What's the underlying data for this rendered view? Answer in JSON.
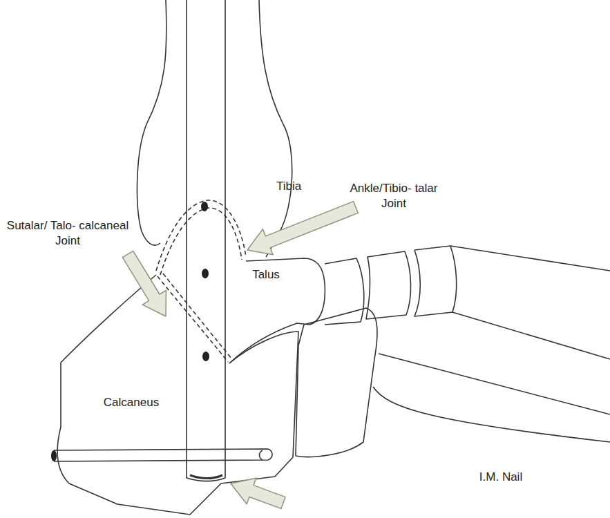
{
  "diagram": {
    "labels": [
      "Tibia",
      "Ankle/Tibio- talar Joint",
      "Sutalar/ Talo- calcaneal Joint",
      "Talus",
      "Calcaneus",
      "I.M. Nail"
    ]
  }
}
